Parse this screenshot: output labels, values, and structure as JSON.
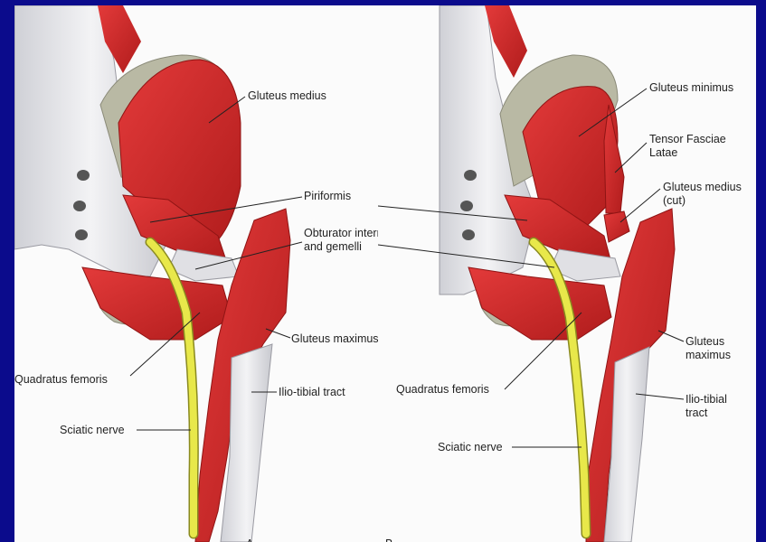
{
  "panel_a": {
    "letter": "A",
    "labels": {
      "gluteus_medius": "Gluteus medius",
      "piriformis": "Piriformis",
      "obturator_1": "Obturator internus",
      "obturator_2": "and gemelli",
      "gluteus_maximus": "Gluteus maximus",
      "quadratus_femoris": "Quadratus femoris",
      "ilio_tibial": "Ilio-tibial tract",
      "sciatic_nerve": "Sciatic nerve"
    }
  },
  "panel_b": {
    "letter": "B",
    "labels": {
      "gluteus_minimus": "Gluteus minimus",
      "tensor_1": "Tensor Fasciae",
      "tensor_2": "Latae",
      "gluteus_medius_1": "Gluteus medius",
      "gluteus_medius_2": "(cut)",
      "gluteus_maximus_1": "Gluteus",
      "gluteus_maximus_2": "maximus",
      "ilio_tibial_1": "Ilio-tibial",
      "ilio_tibial_2": "tract",
      "quadratus_femoris": "Quadratus femoris",
      "sciatic_nerve": "Sciatic nerve"
    }
  },
  "colors": {
    "background": "#0b0b8c",
    "muscle": "#d42a2a",
    "muscle_dark": "#a81818",
    "tendon": "#e6e6ea",
    "bone": "#b9b9a4",
    "nerve": "#e8e84a"
  }
}
